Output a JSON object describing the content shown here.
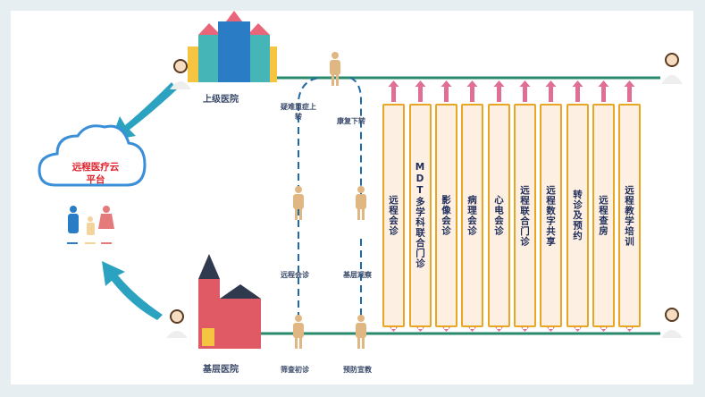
{
  "cloud": {
    "title_line1": "远程医疗云",
    "title_line2": "平台"
  },
  "hospitals": {
    "upper": "上级医院",
    "grassroots": "基层医院"
  },
  "flow_labels": {
    "refer_up": "疑难重症上转",
    "refer_down": "康复下转",
    "remote_consult": "远程会诊",
    "grassroots_observe": "基层观察",
    "screening": "筛查初诊",
    "prevention": "预防宣教"
  },
  "services": [
    "远程会诊",
    "MDT多学科联合门诊",
    "影像会诊",
    "病理会诊",
    "心电会诊",
    "远程联合门诊",
    "远程数字共享",
    "转诊及预约",
    "远程查房",
    "远程教学培训"
  ],
  "colors": {
    "line": "#2a8a6e",
    "column_border": "#e8a623",
    "column_fill": "#fdf0e2",
    "arrow": "#e06f98",
    "teal": "#2ba3c0",
    "dash": "#1e6aa8",
    "person": "#e0b783"
  }
}
